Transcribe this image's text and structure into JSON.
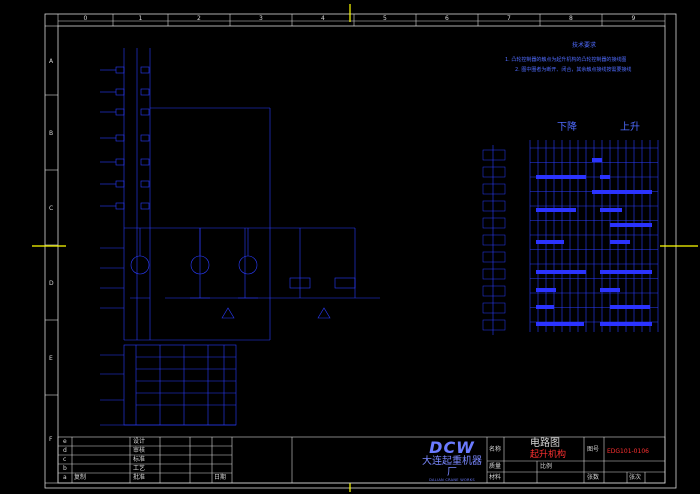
{
  "frame": {
    "columns": [
      "0",
      "1",
      "2",
      "3",
      "4",
      "5",
      "6",
      "7",
      "8",
      "9"
    ],
    "rows": [
      "A",
      "B",
      "C",
      "D",
      "E",
      "F"
    ]
  },
  "notes": {
    "heading": "技术要求",
    "line1": "1. 凸轮控制器的触点为起升机构的凸轮控制器的接线图",
    "line2": "2. 图中圈者为断开、闭合，其余触点接线按需要接线"
  },
  "table_labels": {
    "down": "下降",
    "up": "上升"
  },
  "title_block": {
    "design": "设计",
    "check": "审核",
    "standard": "标准",
    "approve": "批准",
    "process": "工艺",
    "date": "日期",
    "name_label": "名称",
    "material_label": "材料",
    "mass_label": "质量",
    "scale_label": "比例",
    "drawing_no_label": "图号",
    "sheets_label": "张数",
    "sheet_label": "张次",
    "title": "电路图",
    "subtitle": "起升机构",
    "drawing_no": "EDG101-0106",
    "revision_letters": [
      "e",
      "d",
      "c",
      "b",
      "a"
    ],
    "revise_label": "复制"
  },
  "logo": {
    "mark": "DCW",
    "company": "大连起重机器厂",
    "company_en": "DALIAN CRANE WORKS"
  },
  "colors": {
    "frame": "#d8d8d8",
    "marker": "#ffff00",
    "wire": "#2a3cff",
    "bars": "#2b33ff",
    "accent": "#ff3030"
  }
}
